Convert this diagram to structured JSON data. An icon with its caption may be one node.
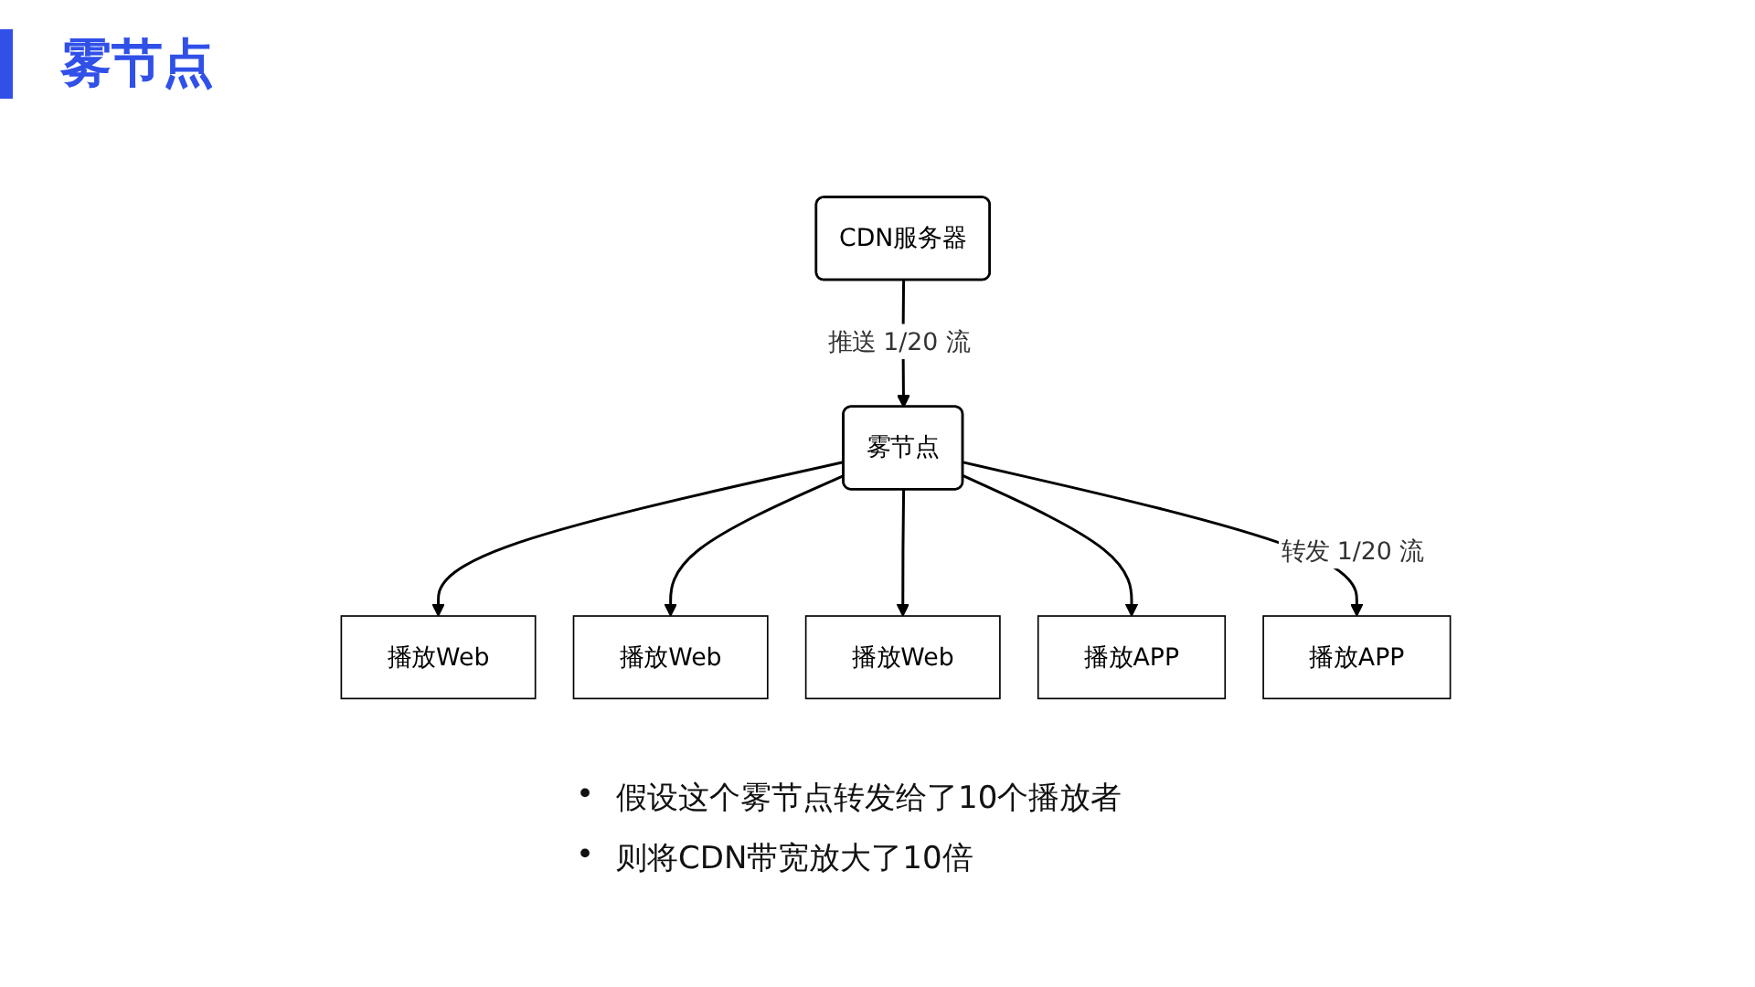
{
  "diagram": {
    "title": "雾节点",
    "nodes": [
      {
        "text": [
          "CDN服务器"
        ]
      },
      {
        "text": [
          "雾节点"
        ]
      },
      {
        "text": [
          "播放Web"
        ]
      },
      {
        "text": [
          "播放Web"
        ]
      },
      {
        "text": [
          "播放Web"
        ]
      },
      {
        "text": [
          "播放APP"
        ]
      },
      {
        "text": [
          "播放APP"
        ]
      }
    ],
    "edges": [
      {
        "from": 0,
        "to": 1,
        "arrow": "to",
        "label": "推送 1/20 流"
      },
      {
        "from": 1,
        "to": 2,
        "arrow": "to"
      },
      {
        "from": 1,
        "to": 3,
        "arrow": "to"
      },
      {
        "from": 1,
        "to": 4,
        "arrow": "to"
      },
      {
        "from": 1,
        "to": 5,
        "arrow": "to"
      },
      {
        "from": 1,
        "to": 6,
        "arrow": "to",
        "label": "转发 1/20 流"
      }
    ],
    "labels": [
      "•",
      "假设这个雾节点转发给了10个播放者",
      "•",
      "则将CDN带宽放大了10倍"
    ]
  }
}
